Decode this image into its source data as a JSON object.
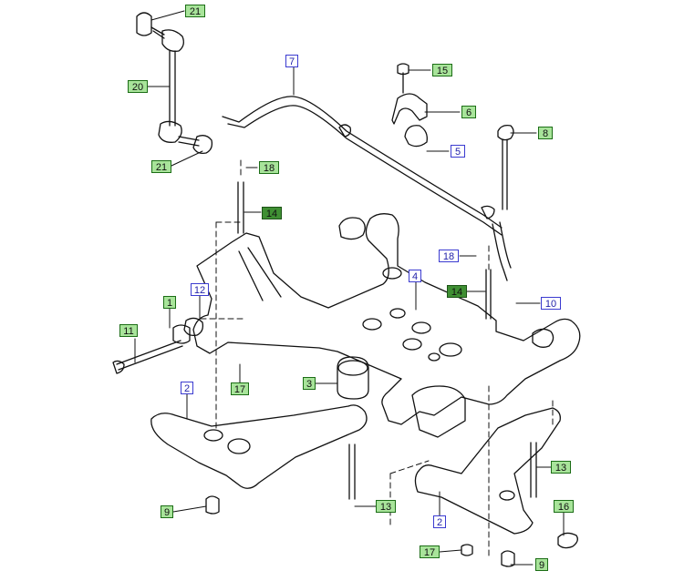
{
  "diagram": {
    "callouts": [
      {
        "id": "c21a",
        "label": "21",
        "style": "green"
      },
      {
        "id": "c20",
        "label": "20",
        "style": "green"
      },
      {
        "id": "c21b",
        "label": "21",
        "style": "green"
      },
      {
        "id": "c7",
        "label": "7",
        "style": "blue"
      },
      {
        "id": "c15",
        "label": "15",
        "style": "green"
      },
      {
        "id": "c6",
        "label": "6",
        "style": "green"
      },
      {
        "id": "c5",
        "label": "5",
        "style": "blue"
      },
      {
        "id": "c8",
        "label": "8",
        "style": "green"
      },
      {
        "id": "c18a",
        "label": "18",
        "style": "green"
      },
      {
        "id": "c14a",
        "label": "14",
        "style": "darkgreen"
      },
      {
        "id": "c4",
        "label": "4",
        "style": "blue"
      },
      {
        "id": "c18b",
        "label": "18",
        "style": "blue"
      },
      {
        "id": "c14b",
        "label": "14",
        "style": "darkgreen"
      },
      {
        "id": "c10",
        "label": "10",
        "style": "blue"
      },
      {
        "id": "c1",
        "label": "1",
        "style": "green"
      },
      {
        "id": "c12",
        "label": "12",
        "style": "blue"
      },
      {
        "id": "c11",
        "label": "11",
        "style": "green"
      },
      {
        "id": "c3",
        "label": "3",
        "style": "green"
      },
      {
        "id": "c17a",
        "label": "17",
        "style": "green"
      },
      {
        "id": "c2a",
        "label": "2",
        "style": "blue"
      },
      {
        "id": "c9a",
        "label": "9",
        "style": "green"
      },
      {
        "id": "c13a",
        "label": "13",
        "style": "green"
      },
      {
        "id": "c13b",
        "label": "13",
        "style": "green"
      },
      {
        "id": "c16",
        "label": "16",
        "style": "green"
      },
      {
        "id": "c2b",
        "label": "2",
        "style": "blue"
      },
      {
        "id": "c17b",
        "label": "17",
        "style": "green"
      },
      {
        "id": "c9b",
        "label": "9",
        "style": "green"
      }
    ]
  }
}
